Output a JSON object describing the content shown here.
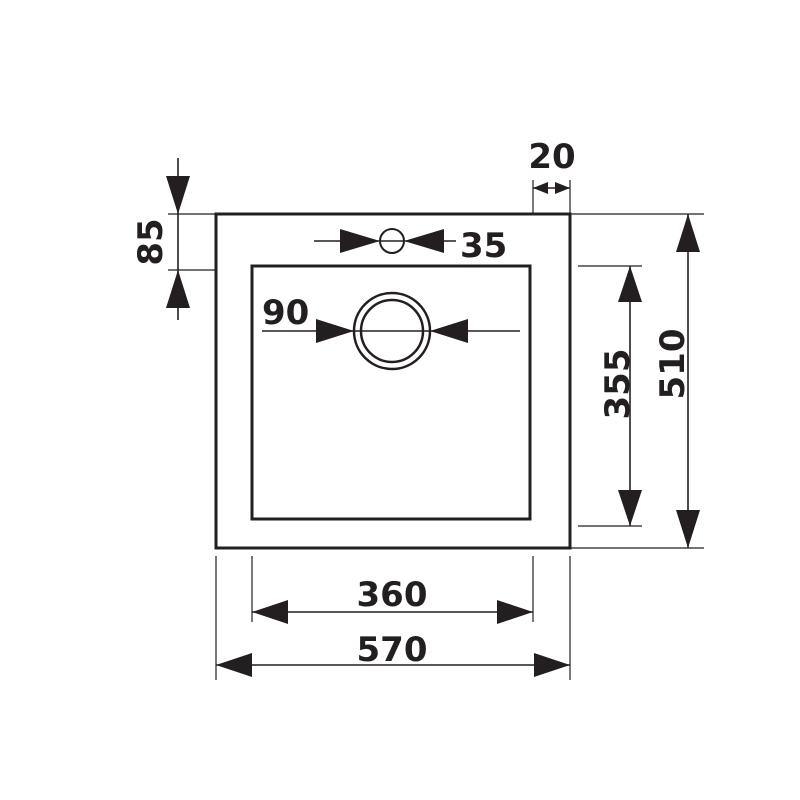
{
  "dimensions": {
    "top_border": "85",
    "tap_hole_diameter": "35",
    "drain_diameter": "90",
    "side_border": "20",
    "bowl_width": "360",
    "overall_width": "570",
    "bowl_depth": "355",
    "overall_depth": "510"
  },
  "colors": {
    "line": "#231f20",
    "background": "#ffffff"
  }
}
